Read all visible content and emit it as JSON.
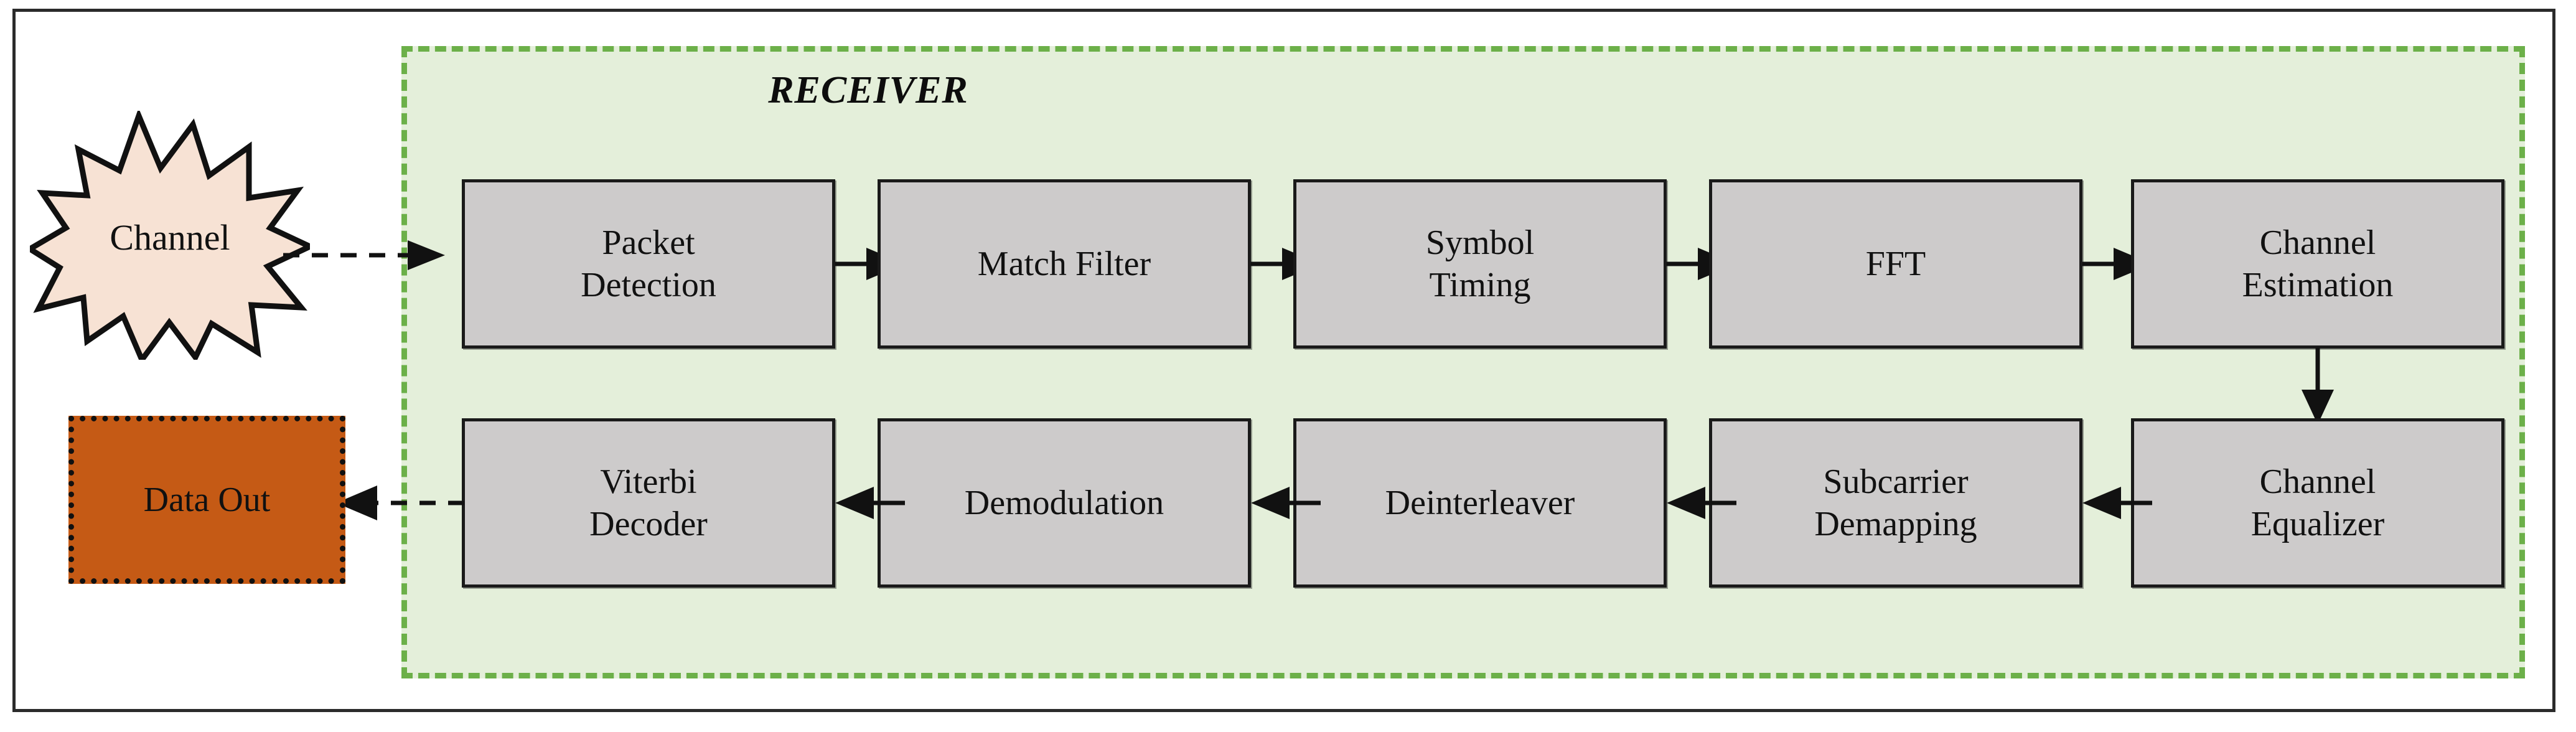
{
  "diagram": {
    "title": "RECEIVER",
    "region_label": "RECEIVER",
    "colors": {
      "region_fill": "#e4efda",
      "region_border": "#6cb049",
      "box_fill": "#cdcbcb",
      "box_border": "#1a1a1a",
      "channel_fill": "#f7e2d4",
      "data_out_fill": "#c55a15",
      "frame_border": "#2b2b2b"
    },
    "external_nodes": [
      {
        "id": "channel",
        "label": "Channel",
        "shape": "explosion-star"
      },
      {
        "id": "data-out",
        "label": "Data Out",
        "shape": "dotted-rectangle"
      }
    ],
    "row_top": [
      {
        "id": "packet-detection",
        "line1": "Packet",
        "line2": "Detection"
      },
      {
        "id": "match-filter",
        "line1": "Match Filter",
        "line2": ""
      },
      {
        "id": "symbol-timing",
        "line1": "Symbol",
        "line2": "Timing"
      },
      {
        "id": "fft",
        "line1": "FFT",
        "line2": ""
      },
      {
        "id": "channel-estimation",
        "line1": "Channel",
        "line2": "Estimation"
      }
    ],
    "row_bottom": [
      {
        "id": "viterbi-decoder",
        "line1": "Viterbi",
        "line2": "Decoder"
      },
      {
        "id": "demodulation",
        "line1": "Demodulation",
        "line2": ""
      },
      {
        "id": "deinterleaver",
        "line1": "Deinterleaver",
        "line2": ""
      },
      {
        "id": "subcarrier-demapping",
        "line1": "Subcarrier",
        "line2": "Demapping"
      },
      {
        "id": "channel-equalizer",
        "line1": "Channel",
        "line2": "Equalizer"
      }
    ],
    "connections": [
      {
        "from": "channel",
        "to": "packet-detection",
        "style": "dashed",
        "direction": "right"
      },
      {
        "from": "packet-detection",
        "to": "match-filter",
        "style": "solid",
        "direction": "right"
      },
      {
        "from": "match-filter",
        "to": "symbol-timing",
        "style": "solid",
        "direction": "right"
      },
      {
        "from": "symbol-timing",
        "to": "fft",
        "style": "solid",
        "direction": "right"
      },
      {
        "from": "fft",
        "to": "channel-estimation",
        "style": "solid",
        "direction": "right"
      },
      {
        "from": "channel-estimation",
        "to": "channel-equalizer",
        "style": "solid",
        "direction": "down"
      },
      {
        "from": "channel-equalizer",
        "to": "subcarrier-demapping",
        "style": "solid",
        "direction": "left"
      },
      {
        "from": "subcarrier-demapping",
        "to": "deinterleaver",
        "style": "solid",
        "direction": "left"
      },
      {
        "from": "deinterleaver",
        "to": "demodulation",
        "style": "solid",
        "direction": "left"
      },
      {
        "from": "demodulation",
        "to": "viterbi-decoder",
        "style": "solid",
        "direction": "left"
      },
      {
        "from": "viterbi-decoder",
        "to": "data-out",
        "style": "dashed",
        "direction": "left"
      }
    ]
  }
}
